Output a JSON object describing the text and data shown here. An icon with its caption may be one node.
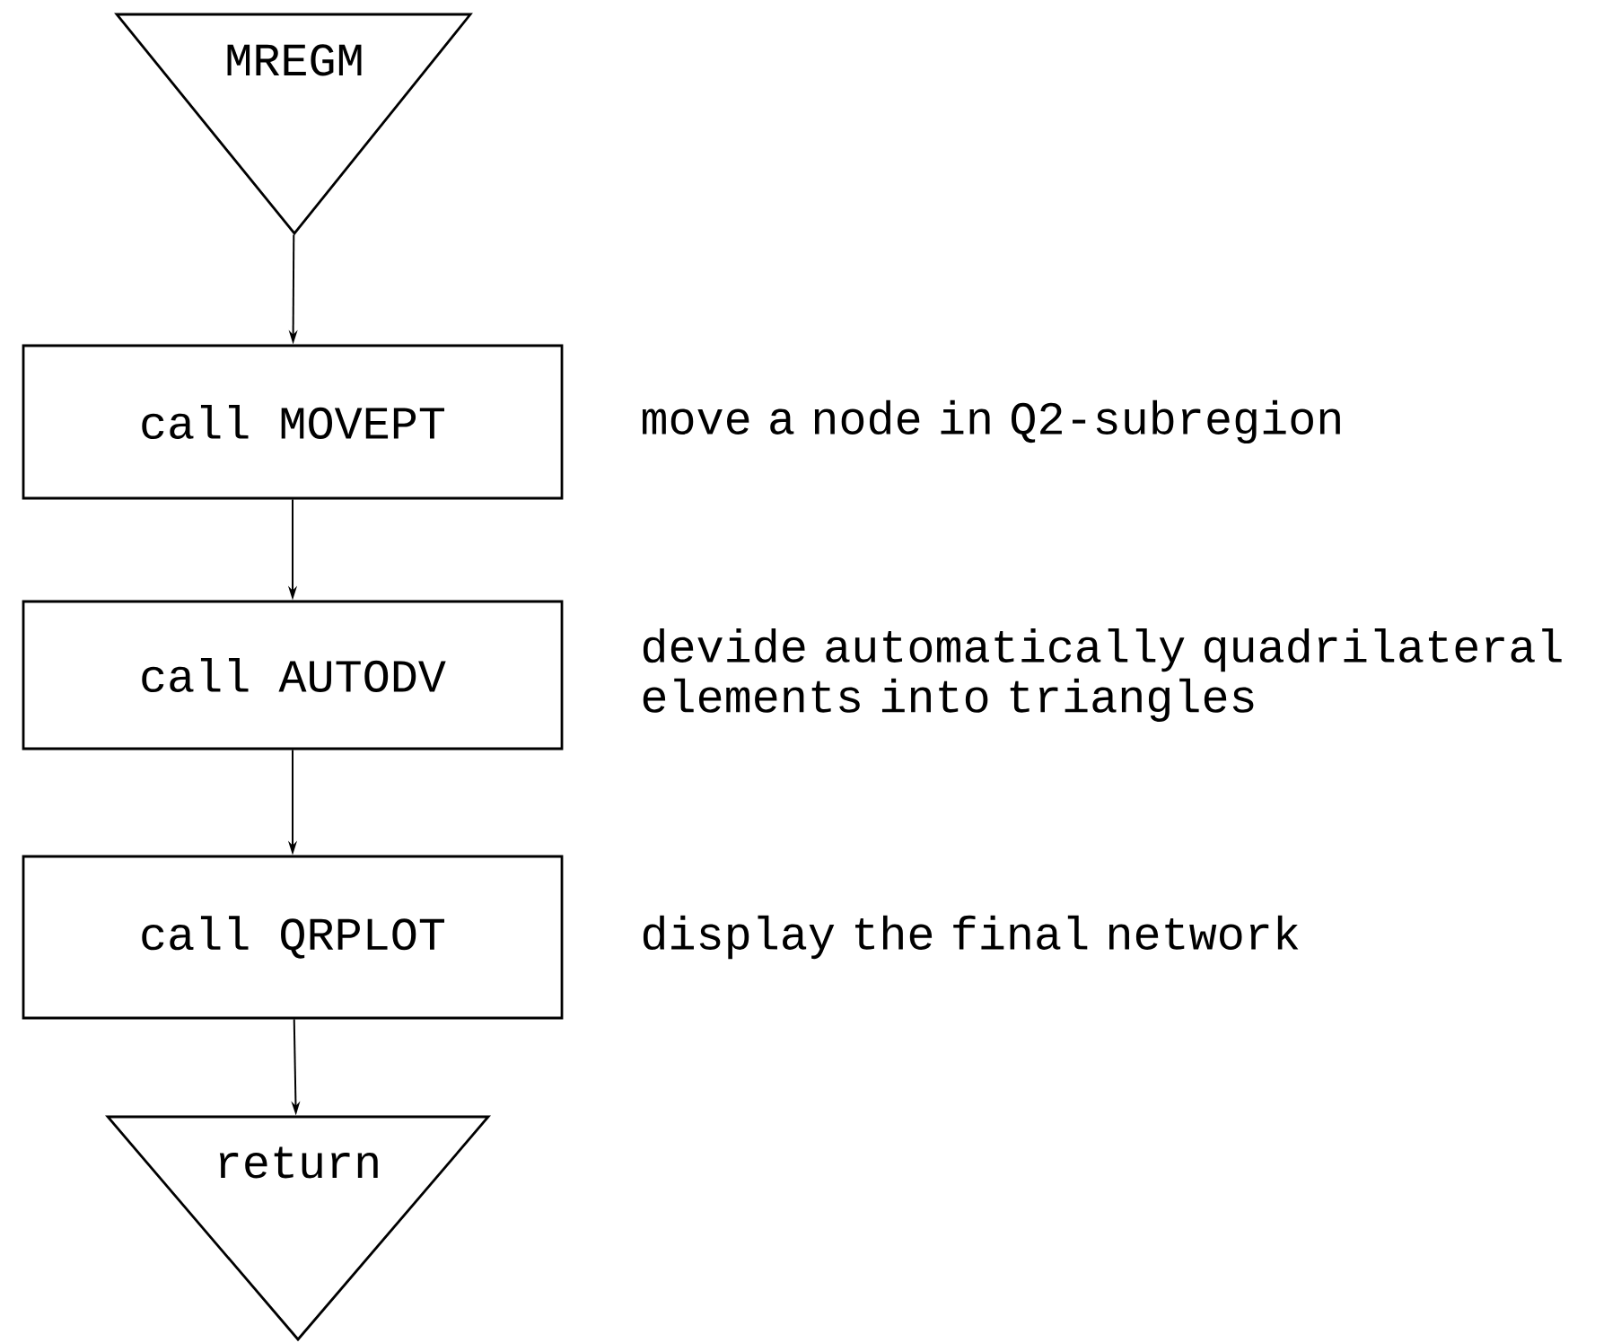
{
  "diagram": {
    "nodes": [
      {
        "text": [
          "MREGM"
        ]
      },
      {
        "text": [
          "call MOVEPT"
        ],
        "beside": [
          "move a node in Q2-subregion"
        ]
      },
      {
        "text": [
          "call AUTODV"
        ],
        "beside": [
          "devide automatically quadrilateral elements into triangles"
        ]
      },
      {
        "text": [
          "call QRPLOT"
        ],
        "beside": [
          "display the final network"
        ]
      },
      {
        "text": [
          "return"
        ]
      }
    ],
    "edges": [
      {
        "from": 0,
        "to": 1,
        "arrow": "to"
      },
      {
        "from": 1,
        "to": 2,
        "arrow": "to"
      },
      {
        "from": 2,
        "to": 3,
        "arrow": "to"
      },
      {
        "from": 3,
        "to": 4,
        "arrow": "to"
      }
    ]
  }
}
